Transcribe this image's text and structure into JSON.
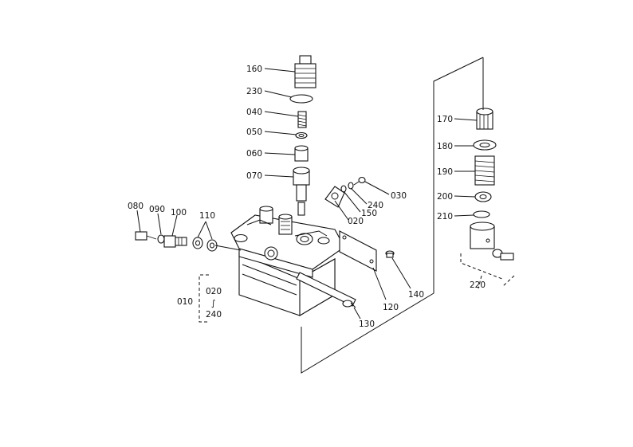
{
  "diagram": {
    "labels": {
      "p160": "160",
      "p230": "230",
      "p040": "040",
      "p050": "050",
      "p060": "060",
      "p070": "070",
      "p030": "030",
      "p240": "240",
      "p150": "150",
      "p020": "020",
      "p080": "080",
      "p090": "090",
      "p100": "100",
      "p110": "110",
      "p170": "170",
      "p180": "180",
      "p190": "190",
      "p200": "200",
      "p210": "210",
      "p220": "220",
      "p140": "140",
      "p120": "120",
      "p130": "130",
      "p010": "010",
      "range_from": "020",
      "range_sep": "∫",
      "range_to": "240"
    }
  }
}
